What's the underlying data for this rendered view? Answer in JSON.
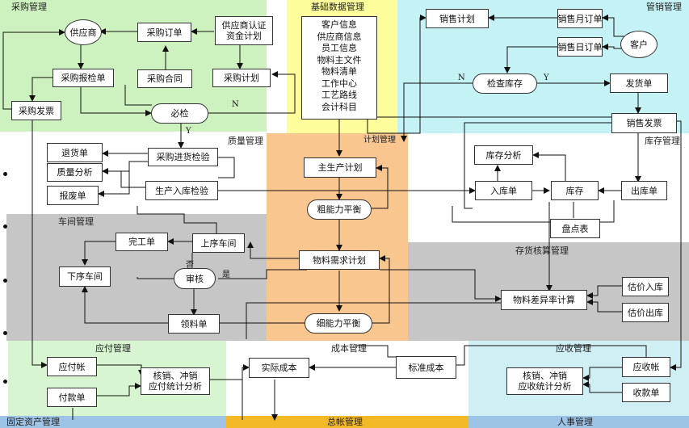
{
  "zones": {
    "purchase": "采购管理",
    "basic_data": "基础数据管理",
    "sales": "管销管理",
    "quality": "质量管理",
    "planning": "计划管理",
    "inventory": "库存管理",
    "workshop": "车间管理",
    "inventory_accounting": "存货核算管理",
    "payable": "应付管理",
    "cost": "成本管理",
    "receivable": "应收管理",
    "fixed_assets": "固定资产管理",
    "general_ledger": "总帐管理",
    "hr": "人事管理"
  },
  "nodes": {
    "supplier": "供应商",
    "purchase_order": "采购订单",
    "supplier_cert": [
      "供应商认证",
      "资金计划"
    ],
    "purchase_inspection": "采购报检单",
    "purchase_contract": "采购合同",
    "purchase_plan": "采购计划",
    "purchase_invoice": "采购发票",
    "must_inspect": "必检",
    "basic_data_list": [
      "客户信息",
      "供应商信息",
      "员工信息",
      "物料主文件",
      "物料清单",
      "工作中心",
      "工艺路线",
      "会计科目"
    ],
    "sales_plan": "销售计划",
    "monthly_order": "销售月订单",
    "daily_order": "销售日订单",
    "customer": "客户",
    "check_stock": "检查库存",
    "delivery_note": "发货单",
    "sales_invoice": "销售发票",
    "return_note": "退货单",
    "purchase_incoming_inspection": "采购进货检验",
    "quality_analysis": "质量分析",
    "scrap_note": "报废单",
    "production_inspection": "生产入库检验",
    "mps": "主生产计划",
    "rccp": "粗能力平衡",
    "inventory_analysis": "库存分析",
    "stock_in": "入库单",
    "stock": "库存",
    "stock_out": "出库单",
    "stocktake": "盘点表",
    "complete_note": "完工单",
    "prev_workshop": "上序车间",
    "next_workshop": "下序车间",
    "review": "审核",
    "mrp": "物料需求计划",
    "material_variance": "物料差异率计算",
    "estimate_in": "估价入库",
    "estimate_out": "估价出库",
    "pick_note": "领料单",
    "crp": "细能力平衡",
    "payable_account": "应付帐",
    "payable_writeoff": [
      "核销、冲销",
      "应付统计分析"
    ],
    "payment_note": "付款单",
    "actual_cost": "实际成本",
    "standard_cost": "标准成本",
    "receivable_writeoff": [
      "核销、冲销",
      "应收统计分析"
    ],
    "receivable_account": "应收帐",
    "receipt_note": "收款单"
  },
  "edge_labels": {
    "must_no": "N",
    "must_yes": "Y",
    "stock_no": "N",
    "stock_yes": "Y",
    "review_no": "否",
    "review_yes": "是"
  },
  "colors": {
    "purchase": "#cdf2c0",
    "basic_data": "#fdfd9c",
    "sales": "#c4f2f5",
    "planning": "#f9c690",
    "workshop": "#c6c6c6",
    "accounting": "#c6c6c6",
    "payable": "#d6f5d0",
    "receivable": "#cfeff5",
    "bottom_blue": "#9dc3e6",
    "bottom_gold": "#f2b826"
  }
}
